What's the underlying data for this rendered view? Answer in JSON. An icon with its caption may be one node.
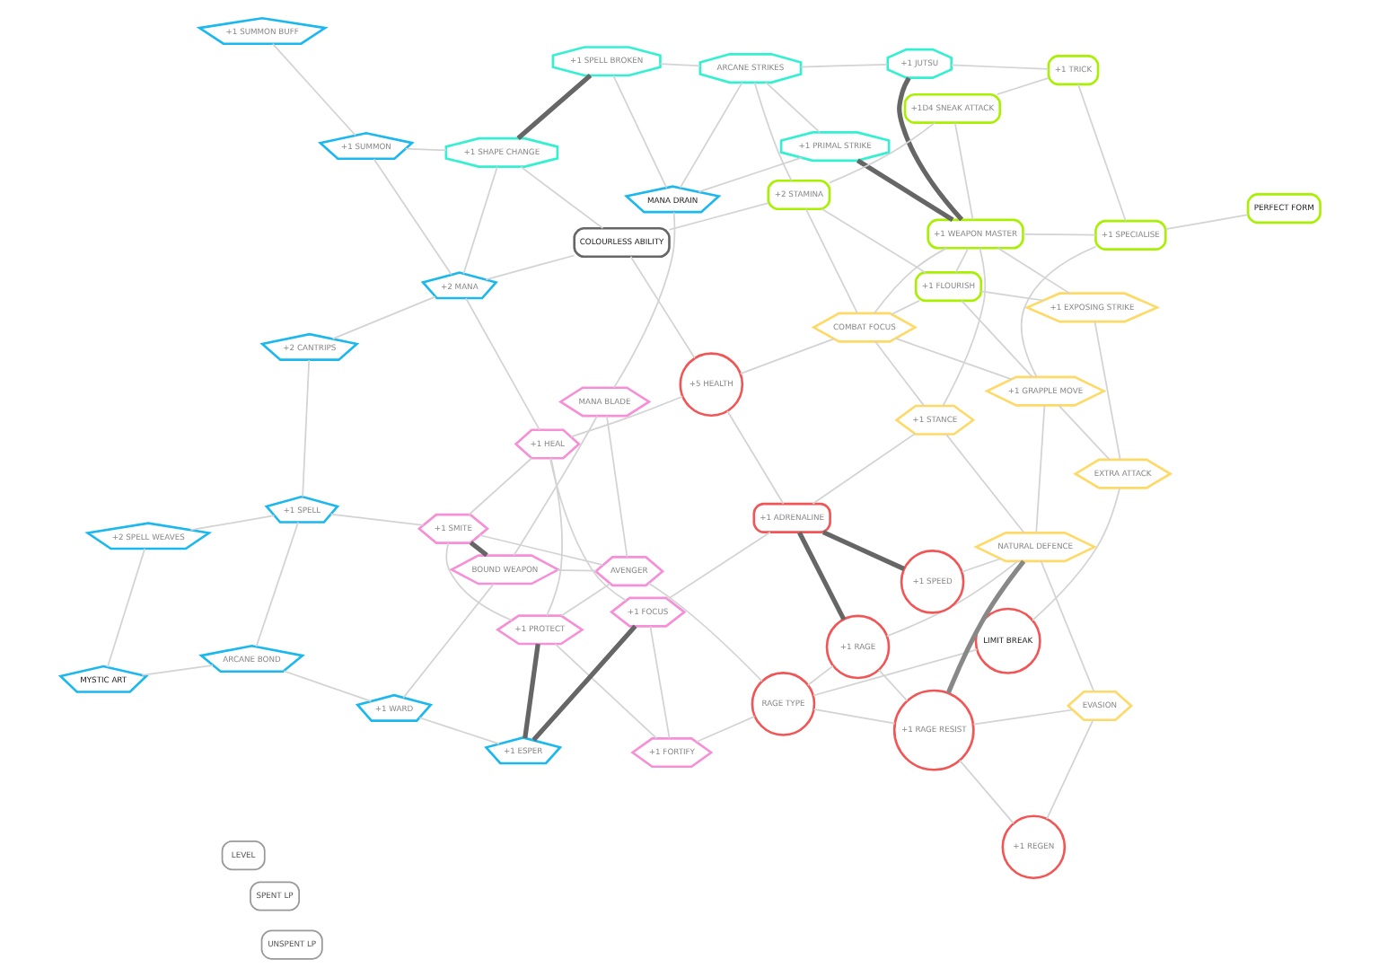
{
  "diagram": {
    "nodes": [
      {
        "text": [
          "LIMIT BREAK"
        ]
      },
      {
        "text": [
          "+1 REGEN"
        ]
      },
      {
        "text": [
          "RAGE TYPE"
        ]
      },
      {
        "text": [
          "AVENGER"
        ]
      },
      {
        "text": [
          "+1 RAGE RESIST"
        ]
      },
      {
        "text": [
          "+1 RAGE"
        ]
      },
      {
        "text": [
          "+1 FORTIFY"
        ]
      },
      {
        "text": [
          "+1 PROTECT"
        ]
      },
      {
        "text": [
          "EVASION"
        ]
      },
      {
        "text": [
          "NATURAL DEFENCE"
        ]
      },
      {
        "text": [
          "+1 ADRENALINE"
        ]
      },
      {
        "text": [
          "+1 FOCUS"
        ]
      },
      {
        "text": [
          "MANA BLADE"
        ]
      },
      {
        "text": [
          "EXTRA ATTACK"
        ]
      },
      {
        "text": [
          "+1 GRAPPLE MOVE"
        ]
      },
      {
        "text": [
          "+1 SPEED"
        ]
      },
      {
        "text": [
          "+1 ESPER"
        ]
      },
      {
        "text": [
          "+1 STANCE"
        ]
      },
      {
        "text": [
          "+5 HEALTH"
        ]
      },
      {
        "text": [
          "+1 FLOURISH"
        ]
      },
      {
        "text": [
          "COMBAT FOCUS"
        ]
      },
      {
        "text": [
          "+1 HEAL"
        ]
      },
      {
        "text": [
          "+1 SMITE"
        ]
      },
      {
        "text": [
          "BOUND WEAPON"
        ]
      },
      {
        "text": [
          "COLOURLESS ABILITY"
        ]
      },
      {
        "text": [
          "+1 EXPOSING STRIKE"
        ]
      },
      {
        "text": [
          "+1 WEAPON MASTER"
        ]
      },
      {
        "text": [
          "+1D4 SNEAK ATTACK"
        ]
      },
      {
        "text": [
          "+2 STAMINA"
        ]
      },
      {
        "text": [
          "+1 SHAPE CHANGE"
        ]
      },
      {
        "text": [
          "+2 MANA"
        ]
      },
      {
        "text": [
          "+2 CANTRIPS"
        ]
      },
      {
        "text": [
          "+1 SPELL"
        ]
      },
      {
        "text": [
          "+1 WARD"
        ]
      },
      {
        "text": [
          "+1 SPECIALISE"
        ]
      },
      {
        "text": [
          "ARCANE BOND"
        ]
      },
      {
        "text": [
          "+1 SUMMON"
        ]
      },
      {
        "text": [
          "+1 SUMMON BUFF"
        ]
      },
      {
        "text": [
          "+2 SPELL WEAVES"
        ]
      },
      {
        "text": [
          "MYSTIC ART"
        ]
      },
      {
        "text": [
          "ARCANE STRIKES"
        ]
      },
      {
        "text": [
          "+1 TRICK"
        ]
      },
      {
        "text": [
          "+1 JUTSU"
        ]
      },
      {
        "text": [
          "PERFECT FORM"
        ]
      },
      {
        "text": [
          "+1 SPELL BROKEN"
        ]
      },
      {
        "text": [
          "+1 PRIMAL STRIKE"
        ]
      },
      {
        "text": [
          "MANA DRAIN"
        ]
      }
    ],
    "edges": [
      {
        "from": 0,
        "to": 2,
        "arrow": "none"
      },
      {
        "from": 0,
        "to": 13,
        "arrow": "none"
      },
      {
        "from": 2,
        "to": 3,
        "arrow": "none"
      },
      {
        "from": 1,
        "to": 4,
        "arrow": "none"
      },
      {
        "from": 1,
        "to": 8,
        "arrow": "none"
      },
      {
        "from": 8,
        "to": 4,
        "arrow": "none"
      },
      {
        "from": 8,
        "to": 9,
        "arrow": "none"
      },
      {
        "from": 4,
        "to": 9,
        "arrow": "none",
        "style": "thick",
        "color": "#888888"
      },
      {
        "from": 4,
        "to": 2,
        "arrow": "none"
      },
      {
        "from": 4,
        "to": 5,
        "arrow": "none"
      },
      {
        "from": 9,
        "to": 5,
        "arrow": "none"
      },
      {
        "from": 9,
        "to": 15,
        "arrow": "none"
      },
      {
        "from": 9,
        "to": 17,
        "arrow": "none"
      },
      {
        "from": 9,
        "to": 14,
        "arrow": "none"
      },
      {
        "from": 13,
        "to": 14,
        "arrow": "none"
      },
      {
        "from": 13,
        "to": 25,
        "arrow": "none"
      },
      {
        "from": 14,
        "to": 19,
        "arrow": "none"
      },
      {
        "from": 14,
        "to": 20,
        "arrow": "none"
      },
      {
        "from": 14,
        "to": 34,
        "arrow": "none"
      },
      {
        "from": 2,
        "to": 5,
        "arrow": "none"
      },
      {
        "from": 2,
        "to": 6,
        "arrow": "none"
      },
      {
        "from": 5,
        "to": 10,
        "arrow": "none",
        "style": "thick",
        "color": "#666666"
      },
      {
        "from": 10,
        "to": 15,
        "arrow": "none",
        "style": "thick",
        "color": "#666666"
      },
      {
        "from": 10,
        "to": 11,
        "arrow": "none"
      },
      {
        "from": 10,
        "to": 18,
        "arrow": "none"
      },
      {
        "from": 10,
        "to": 17,
        "arrow": "none"
      },
      {
        "from": 18,
        "to": 21,
        "arrow": "none"
      },
      {
        "from": 18,
        "to": 24,
        "arrow": "none"
      },
      {
        "from": 18,
        "to": 20,
        "arrow": "none"
      },
      {
        "from": 17,
        "to": 20,
        "arrow": "none"
      },
      {
        "from": 17,
        "to": 26,
        "arrow": "none"
      },
      {
        "from": 19,
        "to": 20,
        "arrow": "none"
      },
      {
        "from": 19,
        "to": 26,
        "arrow": "none"
      },
      {
        "from": 19,
        "to": 25,
        "arrow": "none"
      },
      {
        "from": 19,
        "to": 28,
        "arrow": "none"
      },
      {
        "from": 20,
        "to": 28,
        "arrow": "none"
      },
      {
        "from": 20,
        "to": 26,
        "arrow": "none"
      },
      {
        "from": 25,
        "to": 26,
        "arrow": "none"
      },
      {
        "from": 26,
        "to": 34,
        "arrow": "none"
      },
      {
        "from": 26,
        "to": 27,
        "arrow": "none"
      },
      {
        "from": 26,
        "to": 42,
        "arrow": "none",
        "style": "thick",
        "color": "#666666"
      },
      {
        "from": 26,
        "to": 45,
        "arrow": "none",
        "style": "thick",
        "color": "#666666"
      },
      {
        "from": 27,
        "to": 41,
        "arrow": "none"
      },
      {
        "from": 27,
        "to": 28,
        "arrow": "none"
      },
      {
        "from": 34,
        "to": 41,
        "arrow": "none"
      },
      {
        "from": 34,
        "to": 43,
        "arrow": "none"
      },
      {
        "from": 41,
        "to": 42,
        "arrow": "none"
      },
      {
        "from": 42,
        "to": 40,
        "arrow": "none"
      },
      {
        "from": 45,
        "to": 40,
        "arrow": "none"
      },
      {
        "from": 45,
        "to": 46,
        "arrow": "none"
      },
      {
        "from": 28,
        "to": 40,
        "arrow": "none"
      },
      {
        "from": 28,
        "to": 24,
        "arrow": "none"
      },
      {
        "from": 40,
        "to": 44,
        "arrow": "none"
      },
      {
        "from": 40,
        "to": 46,
        "arrow": "none"
      },
      {
        "from": 44,
        "to": 46,
        "arrow": "none"
      },
      {
        "from": 29,
        "to": 44,
        "arrow": "none",
        "style": "thick",
        "color": "#666666"
      },
      {
        "from": 24,
        "to": 29,
        "arrow": "none"
      },
      {
        "from": 24,
        "to": 30,
        "arrow": "none"
      },
      {
        "from": 29,
        "to": 30,
        "arrow": "none"
      },
      {
        "from": 29,
        "to": 36,
        "arrow": "none"
      },
      {
        "from": 30,
        "to": 31,
        "arrow": "none"
      },
      {
        "from": 31,
        "to": 32,
        "arrow": "none"
      },
      {
        "from": 30,
        "to": 21,
        "arrow": "none"
      },
      {
        "from": 30,
        "to": 36,
        "arrow": "none"
      },
      {
        "from": 36,
        "to": 37,
        "arrow": "none"
      },
      {
        "from": 32,
        "to": 22,
        "arrow": "none"
      },
      {
        "from": 32,
        "to": 38,
        "arrow": "none"
      },
      {
        "from": 32,
        "to": 35,
        "arrow": "none"
      },
      {
        "from": 38,
        "to": 39,
        "arrow": "none"
      },
      {
        "from": 33,
        "to": 35,
        "arrow": "none"
      },
      {
        "from": 33,
        "to": 23,
        "arrow": "none"
      },
      {
        "from": 33,
        "to": 16,
        "arrow": "none"
      },
      {
        "from": 35,
        "to": 39,
        "arrow": "none"
      },
      {
        "from": 6,
        "to": 11,
        "arrow": "none"
      },
      {
        "from": 6,
        "to": 7,
        "arrow": "none"
      },
      {
        "from": 11,
        "to": 21,
        "arrow": "none"
      },
      {
        "from": 11,
        "to": 16,
        "arrow": "none",
        "style": "thick",
        "color": "#666666"
      },
      {
        "from": 7,
        "to": 16,
        "arrow": "none",
        "style": "thick",
        "color": "#666666"
      },
      {
        "from": 7,
        "to": 3,
        "arrow": "none"
      },
      {
        "from": 7,
        "to": 22,
        "arrow": "none"
      },
      {
        "from": 7,
        "to": 21,
        "arrow": "none"
      },
      {
        "from": 3,
        "to": 22,
        "arrow": "none"
      },
      {
        "from": 3,
        "to": 23,
        "arrow": "none"
      },
      {
        "from": 3,
        "to": 12,
        "arrow": "none"
      },
      {
        "from": 12,
        "to": 23,
        "arrow": "none"
      },
      {
        "from": 12,
        "to": 46,
        "arrow": "none"
      },
      {
        "from": 21,
        "to": 22,
        "arrow": "none"
      },
      {
        "from": 22,
        "to": 23,
        "arrow": "none",
        "style": "thick",
        "color": "#666666"
      }
    ],
    "labels": [
      "LEVEL",
      "SPENT LP",
      "UNSPENT LP"
    ]
  }
}
